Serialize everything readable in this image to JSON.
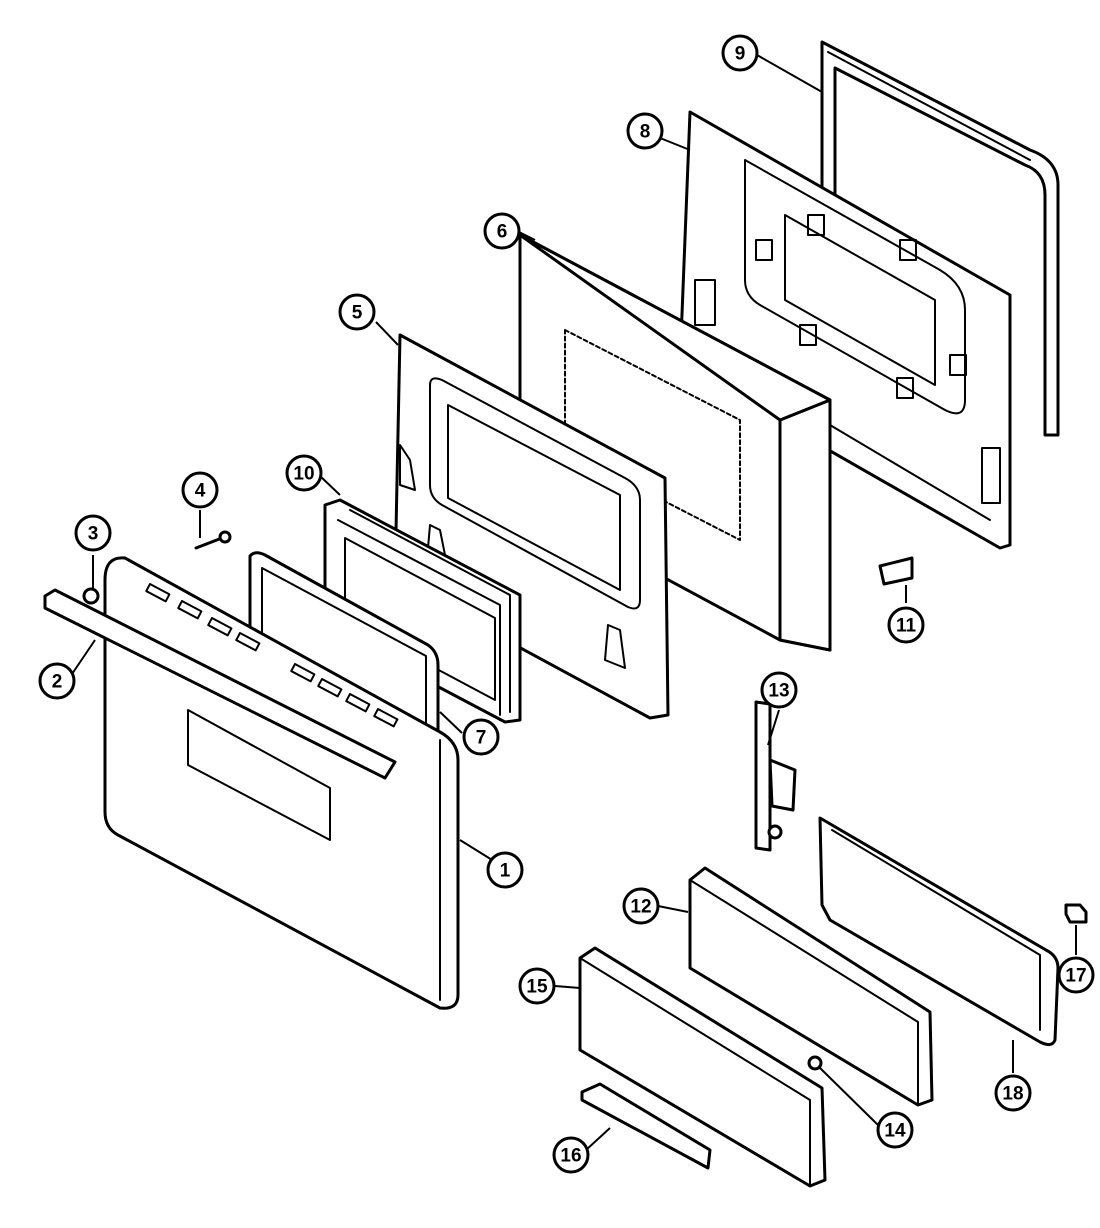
{
  "diagram": {
    "callouts": [
      {
        "label": "1"
      },
      {
        "label": "2"
      },
      {
        "label": "3"
      },
      {
        "label": "4"
      },
      {
        "label": "5"
      },
      {
        "label": "6"
      },
      {
        "label": "7"
      },
      {
        "label": "8"
      },
      {
        "label": "9"
      },
      {
        "label": "10"
      },
      {
        "label": "11"
      },
      {
        "label": "12"
      },
      {
        "label": "13"
      },
      {
        "label": "14"
      },
      {
        "label": "15"
      },
      {
        "label": "16"
      },
      {
        "label": "17"
      },
      {
        "label": "18"
      }
    ]
  }
}
